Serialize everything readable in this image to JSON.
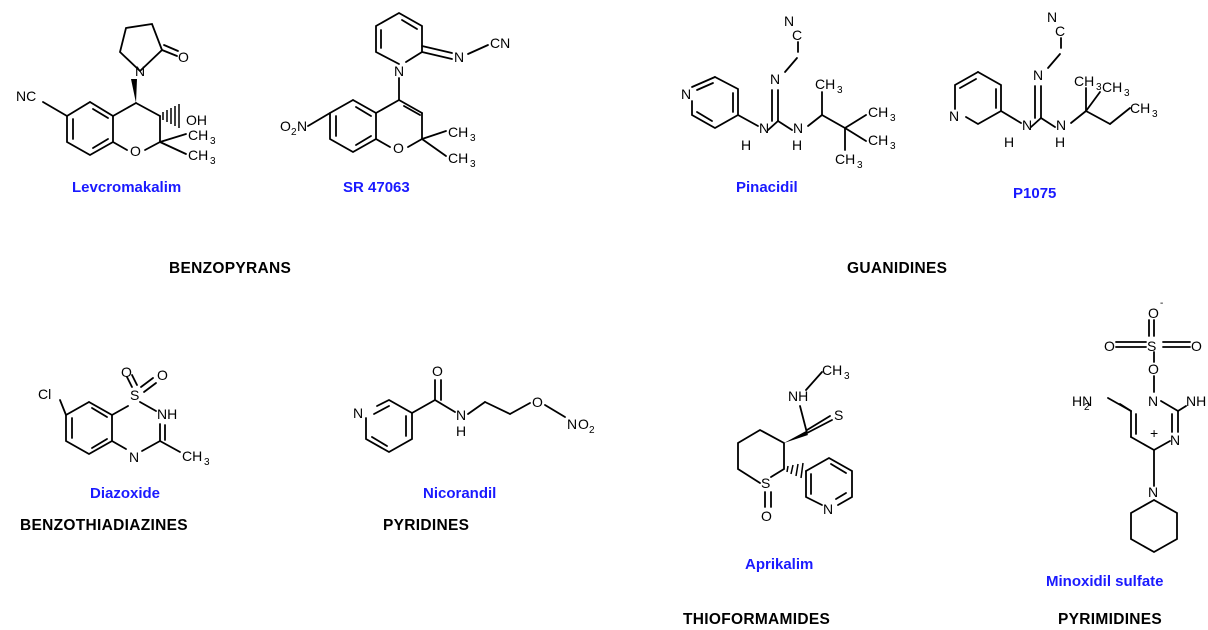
{
  "colors": {
    "compound_name": "#1a1aff",
    "class_label": "#000000",
    "structure": "#000000"
  },
  "compounds": {
    "levcromakalim": "Levcromakalim",
    "sr47063": "SR 47063",
    "pinacidil": "Pinacidil",
    "p1075": "P1075",
    "diazoxide": "Diazoxide",
    "nicorandil": "Nicorandil",
    "aprikalim": "Aprikalim",
    "minoxidil": "Minoxidil sulfate"
  },
  "classes": {
    "benzopyrans": "BENZOPYRANS",
    "guanidines": "GUANIDINES",
    "benzothiadiazines": "BENZOTHIADIAZINES",
    "pyridines": "PYRIDINES",
    "thioformamides": "THIOFORMAMIDES",
    "pyrimidines": "PYRIMIDINES"
  },
  "atoms": {
    "N": "N",
    "O": "O",
    "H": "H",
    "S": "S",
    "C": "C",
    "NC": "NC",
    "Cl": "Cl",
    "OH": "OH",
    "CN": "CN",
    "CH": "CH",
    "NH": "NH",
    "HN": "HN",
    "sub3": "3",
    "sub2": "2",
    "plus": "+",
    "minus": "-"
  }
}
